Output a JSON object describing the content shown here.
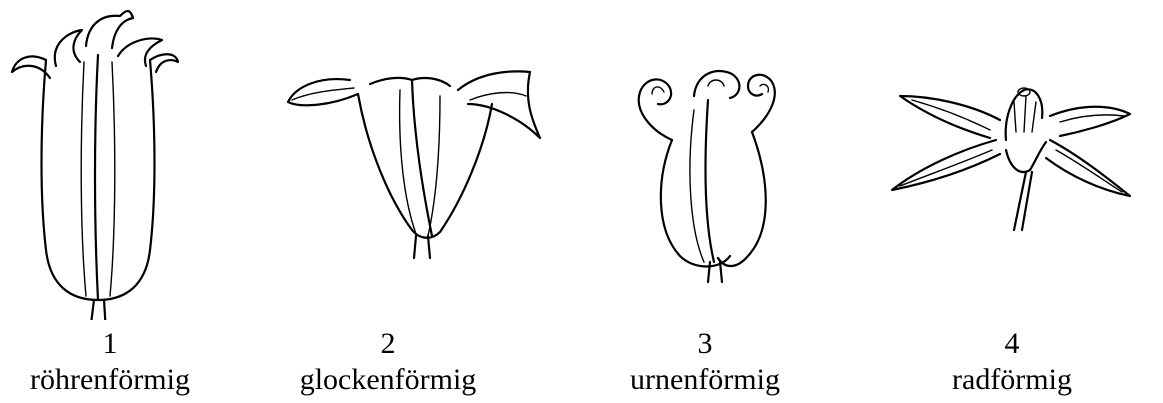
{
  "figure": {
    "items": [
      {
        "number": "1",
        "label": "röhrenförmig",
        "icon": "tubular-flower"
      },
      {
        "number": "2",
        "label": "glockenförmig",
        "icon": "bell-flower"
      },
      {
        "number": "3",
        "label": "urnenförmig",
        "icon": "urn-flower"
      },
      {
        "number": "4",
        "label": "radförmig",
        "icon": "rotate-flower"
      }
    ],
    "colors": {
      "line": "#000000",
      "background": "#ffffff"
    }
  }
}
